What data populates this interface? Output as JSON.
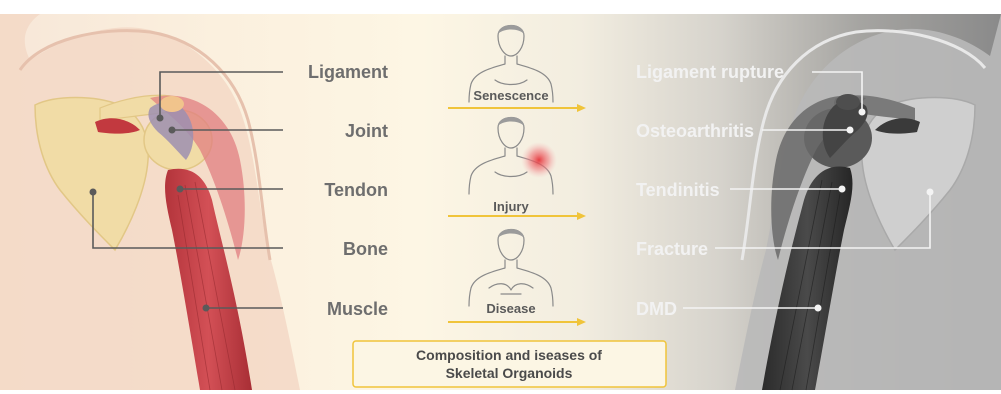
{
  "components": [
    "Ligament",
    "Joint",
    "Tendon",
    "Bone",
    "Muscle"
  ],
  "conditions": [
    "Senescence",
    "Injury",
    "Disease"
  ],
  "diseases": [
    "Ligament rupture",
    "Osteoarthritis",
    "Tendinitis",
    "Fracture",
    "DMD"
  ],
  "caption": {
    "line1": "Composition and iseases of",
    "line2": "Skeletal Organoids"
  },
  "colors": {
    "muscle": "#c2393f",
    "bone": "#f1dca6",
    "ligament": "#9d8fb0",
    "arrow": "#f0c43a",
    "injury": "#e23b3b",
    "leader_left": "#5a5a5a",
    "leader_right": "#f4f4f4"
  }
}
